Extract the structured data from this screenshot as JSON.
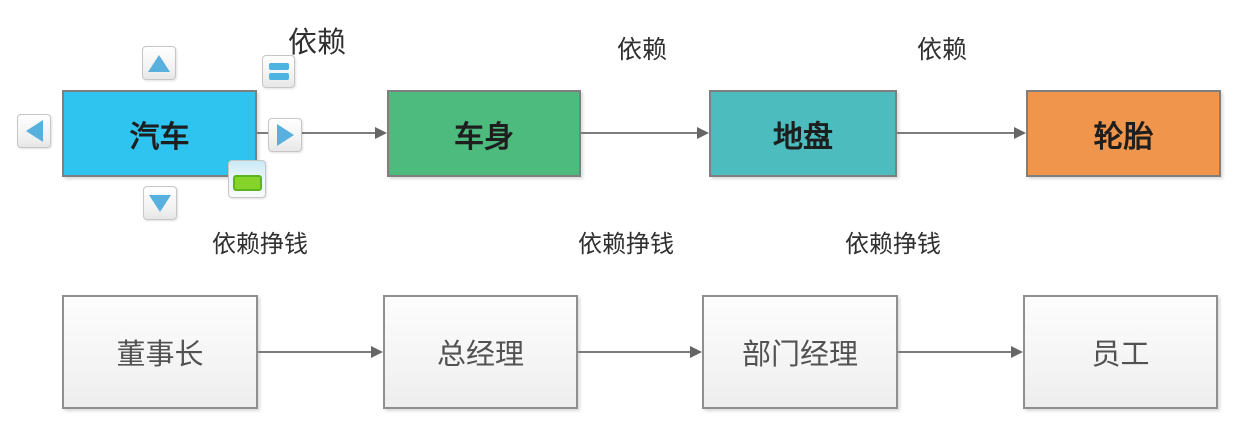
{
  "canvas": {
    "background": "#ffffff"
  },
  "flow_top": {
    "nodes": [
      {
        "label": "汽车",
        "fill": "#2ec4ef"
      },
      {
        "label": "车身",
        "fill": "#4dba7e"
      },
      {
        "label": "地盘",
        "fill": "#4dbcbf"
      },
      {
        "label": "轮胎",
        "fill": "#f0964c"
      }
    ],
    "edge_labels": [
      "依赖",
      "依赖",
      "依赖"
    ]
  },
  "flow_bottom": {
    "nodes": [
      {
        "label": "董事长",
        "fill": "#f5f5f5"
      },
      {
        "label": "总经理",
        "fill": "#f5f5f5"
      },
      {
        "label": "部门经理",
        "fill": "#f5f5f5"
      },
      {
        "label": "员工",
        "fill": "#f5f5f5"
      }
    ],
    "edge_labels": [
      "依赖挣钱",
      "依赖挣钱",
      "依赖挣钱"
    ]
  },
  "selection": {
    "selected_node": "汽车",
    "handles": [
      "up-arrow-icon",
      "down-arrow-icon",
      "left-arrow-icon",
      "right-arrow-icon",
      "connector-style-icon",
      "quick-color-icon"
    ]
  },
  "colors": {
    "node_border": "#7f7f7f",
    "edge_line": "#7d7d7d",
    "arrowhead": "#666666",
    "handle_arrow": "#58b0de",
    "quick_color_green": "#86d32c",
    "top_text": "#1e1e1e",
    "bottom_text": "#525252",
    "label_text": "#303030"
  }
}
